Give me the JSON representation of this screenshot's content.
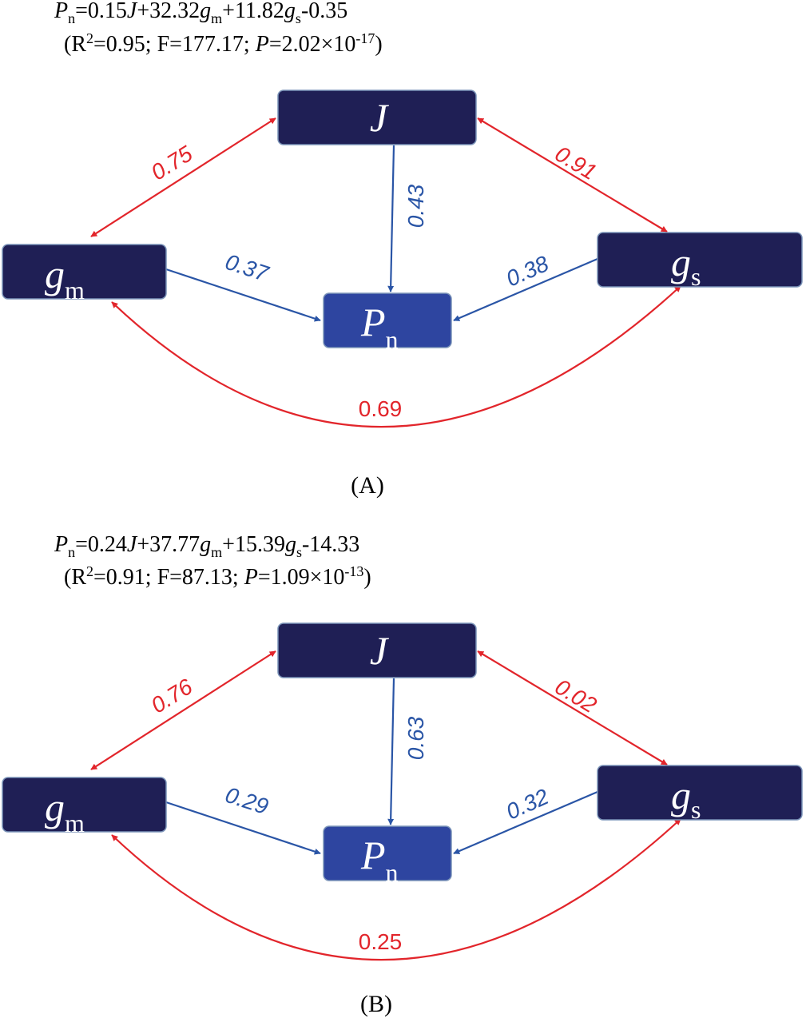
{
  "colors": {
    "node_dark": "#1f1f55",
    "node_pn": "#2e45a0",
    "node_border": "#7a93b8",
    "corr": "#e2252b",
    "path": "#2a55a6"
  },
  "panels": [
    {
      "label": "(A)",
      "equation": {
        "lhs": "P",
        "lhs_sub": "n",
        "t1": "=0.15",
        "J": "J",
        "t2": "+32.32",
        "g1": "g",
        "g1_sub": "m",
        "t3": "+11.82",
        "g2": "g",
        "g2_sub": "s",
        "t4": "-0.35"
      },
      "stats": {
        "open": "(R",
        "r_sup": "2",
        "mid": "=0.95; F=177.17; ",
        "p": "P",
        "pval": "=2.02×10",
        "exp": "-17",
        "close": ")"
      },
      "nodes": {
        "J": {
          "main": "J",
          "sub": ""
        },
        "gm": {
          "main": "g",
          "sub": "m"
        },
        "gs": {
          "main": "g",
          "sub": "s"
        },
        "Pn": {
          "main": "P",
          "sub": "n"
        }
      },
      "coefficients": {
        "J_gm": "0.75",
        "J_gs": "0.91",
        "J_Pn": "0.43",
        "gm_Pn": "0.37",
        "gs_Pn": "0.38",
        "gm_gs": "0.69"
      }
    },
    {
      "label": "(B)",
      "equation": {
        "lhs": "P",
        "lhs_sub": "n",
        "t1": "=0.24",
        "J": "J",
        "t2": "+37.77",
        "g1": "g",
        "g1_sub": "m",
        "t3": "+15.39",
        "g2": "g",
        "g2_sub": "s",
        "t4": "-14.33"
      },
      "stats": {
        "open": "(R",
        "r_sup": "2",
        "mid": "=0.91; F=87.13; ",
        "p": "P",
        "pval": "=1.09×10",
        "exp": "-13",
        "close": ")"
      },
      "nodes": {
        "J": {
          "main": "J",
          "sub": ""
        },
        "gm": {
          "main": "g",
          "sub": "m"
        },
        "gs": {
          "main": "g",
          "sub": "s"
        },
        "Pn": {
          "main": "P",
          "sub": "n"
        }
      },
      "coefficients": {
        "J_gm": "0.76",
        "J_gs": "0.02",
        "J_Pn": "0.63",
        "gm_Pn": "0.29",
        "gs_Pn": "0.32",
        "gm_gs": "0.25"
      }
    }
  ]
}
